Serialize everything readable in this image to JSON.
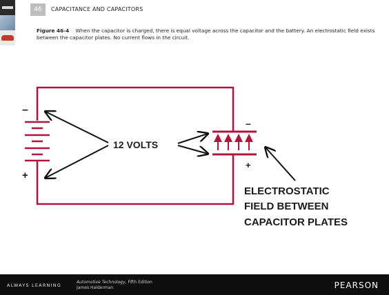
{
  "header": {
    "chapter_number": "46",
    "chapter_title": "CAPACITANCE AND CAPACITORS"
  },
  "caption": {
    "label": "Figure 46-4",
    "text": "When the capacitor is charged, there is equal voltage across the capacitor and the battery. An electrostatic field exists between the capacitor plates. No current flows in the circuit."
  },
  "diagram": {
    "battery_minus": "–",
    "battery_plus": "+",
    "cap_minus": "–",
    "cap_plus": "+",
    "volts_label": "12 VOLTS",
    "field_label_1": "ELECTROSTATIC",
    "field_label_2": "FIELD BETWEEN",
    "field_label_3": "CAPACITOR PLATES"
  },
  "footer": {
    "tagline": "ALWAYS LEARNING",
    "book_title": "Automotive Technology",
    "book_edition": ", Fifth Edition",
    "author": "James Halderman",
    "brand": "PEARSON"
  },
  "colors": {
    "wire": "#b3123a",
    "text": "#222222",
    "footer_bg": "#0e0e0e"
  }
}
